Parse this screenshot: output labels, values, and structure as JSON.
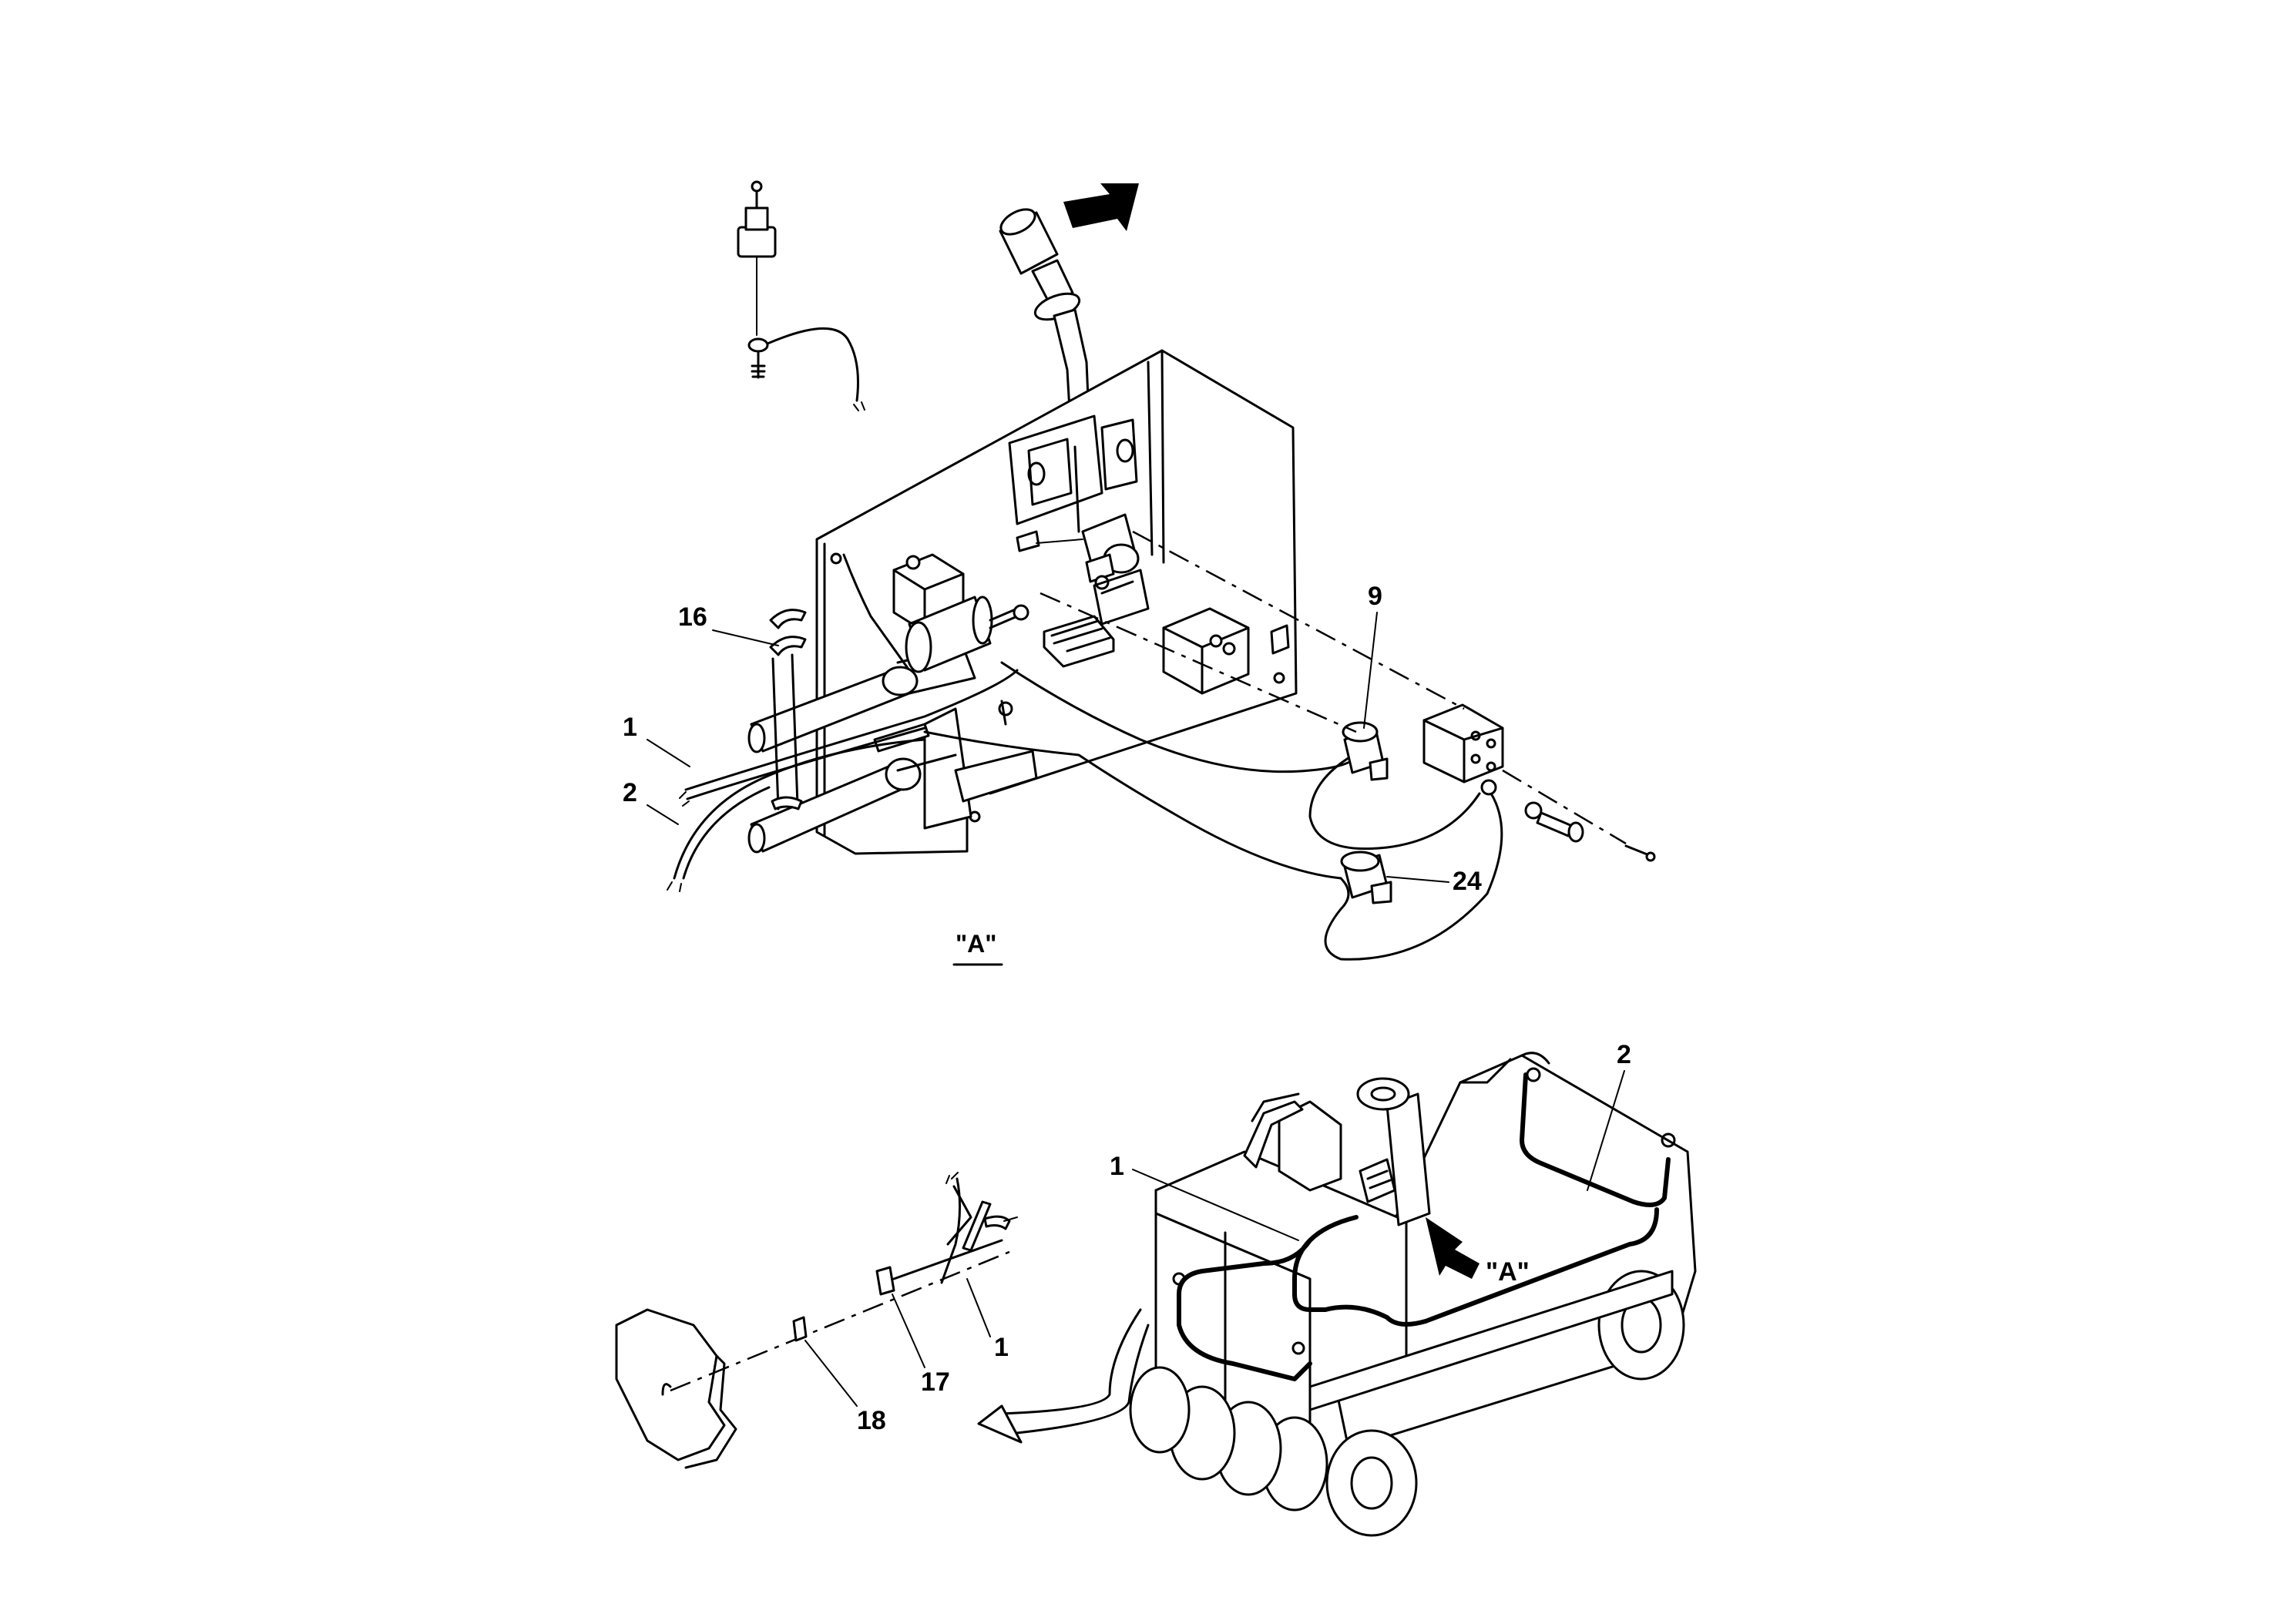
{
  "callouts": {
    "c16": "16",
    "c1_top": "1",
    "c2_top": "2",
    "c9": "9",
    "c24": "24",
    "c2_bottom": "2",
    "c1_bottom": "1",
    "c1_left": "1",
    "c17": "17",
    "c18": "18"
  },
  "view_labels": {
    "section_a": "\"A\"",
    "arrow_a": "\"A\""
  },
  "icons": {
    "direction_arrow": "block-arrow-icon",
    "view_arrow": "view-arrow-icon"
  },
  "colors": {
    "line": "#000000",
    "background": "#ffffff"
  }
}
